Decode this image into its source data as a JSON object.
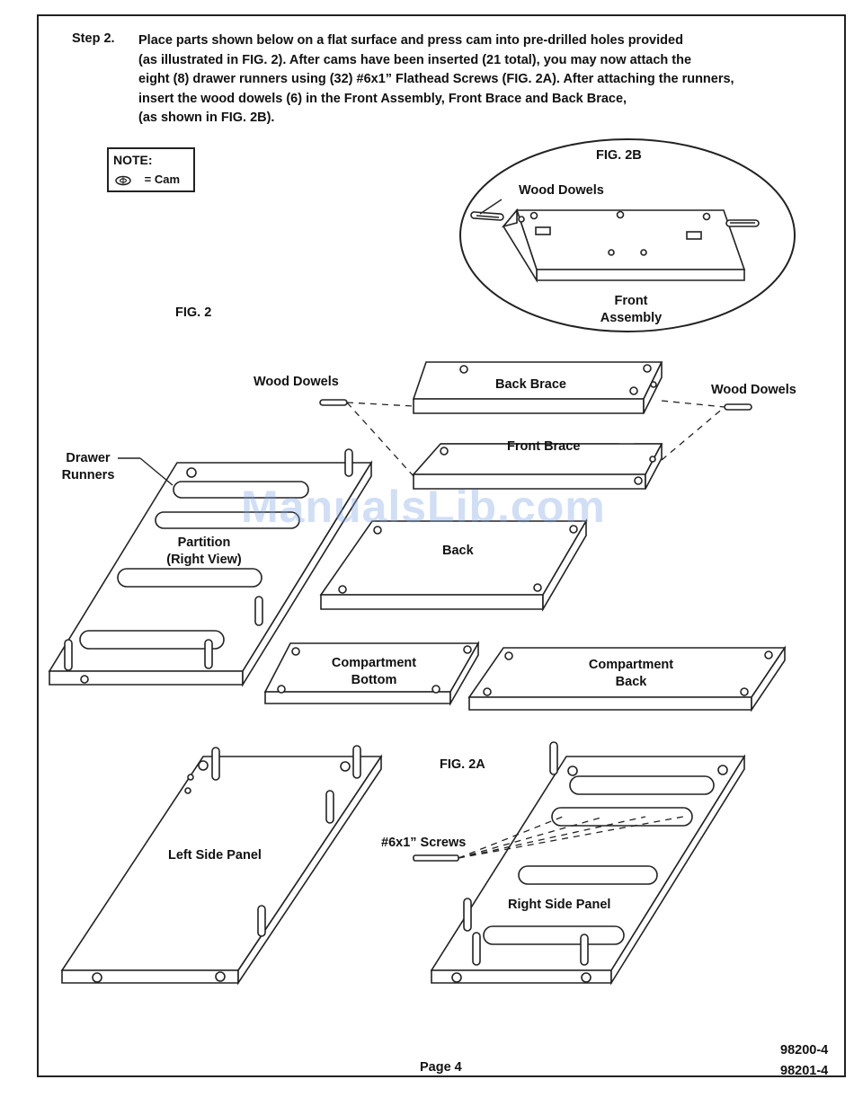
{
  "step": {
    "label": "Step 2.",
    "lines": [
      "Place parts shown below on a flat surface and press cam into pre-drilled holes provided",
      "(as illustrated in FIG. 2). After cams have been inserted (21 total), you may now attach the",
      "eight (8) drawer runners using (32) #6x1” Flathead Screws (FIG. 2A). After attaching the runners,",
      "insert the wood dowels (6) in the Front Assembly, Front Brace and Back Brace,",
      "(as shown in FIG. 2B)."
    ]
  },
  "note": {
    "title": "NOTE:",
    "cam_equals": "= Cam",
    "icon": "cam-icon"
  },
  "figures": {
    "fig2": "FIG. 2",
    "fig2a": "FIG. 2A",
    "fig2b": "FIG. 2B"
  },
  "labels": {
    "wood_dowels_inset": "Wood Dowels",
    "front_assembly_1": "Front",
    "front_assembly_2": "Assembly",
    "wood_dowels_left": "Wood Dowels",
    "wood_dowels_right": "Wood Dowels",
    "back_brace": "Back Brace",
    "front_brace": "Front Brace",
    "drawer_runners_1": "Drawer",
    "drawer_runners_2": "Runners",
    "partition_1": "Partition",
    "partition_2": "(Right View)",
    "back": "Back",
    "compartment_bottom_1": "Compartment",
    "compartment_bottom_2": "Bottom",
    "compartment_back_1": "Compartment",
    "compartment_back_2": "Back",
    "left_side_panel": "Left Side Panel",
    "right_side_panel": "Right Side Panel",
    "screws": "#6x1” Screws"
  },
  "watermark": "ManualsLib.com",
  "footer": {
    "page": "Page 4",
    "code1": "98200-4",
    "code2": "98201-4"
  }
}
